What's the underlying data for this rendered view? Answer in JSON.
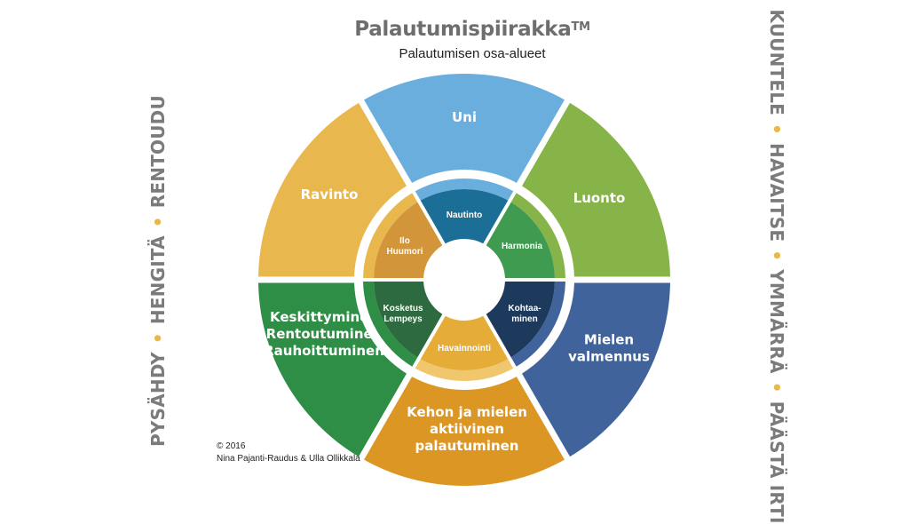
{
  "title": "Palautumispiirakka",
  "title_mark": "TM",
  "subtitle": "Palautumisen osa-alueet",
  "left_vertical": [
    "PYSÄHDY",
    "HENGITÄ",
    "RENTOUDU"
  ],
  "right_vertical": [
    "KUUNTELE",
    "HAVAITSE",
    "YMMÄRRÄ",
    "PÄÄSTÄ IRTI"
  ],
  "outer_segments": [
    {
      "id": "uni",
      "lines": [
        "Uni"
      ],
      "color": "#6aaede"
    },
    {
      "id": "luonto",
      "lines": [
        "Luonto"
      ],
      "color": "#86b448"
    },
    {
      "id": "mielen-valmennus",
      "lines": [
        "Mielen",
        "valmennus"
      ],
      "color": "#40639c"
    },
    {
      "id": "kehon-ja-mielen",
      "lines": [
        "Kehon ja mielen",
        "aktiivinen",
        "palautuminen"
      ],
      "color": "#dc9624"
    },
    {
      "id": "keskittyminen",
      "lines": [
        "Keskittyminen",
        "Rentoutuminen",
        "Rauhoittuminen"
      ],
      "color": "#2f8e45"
    },
    {
      "id": "ravinto",
      "lines": [
        "Ravinto"
      ],
      "color": "#e8b84e"
    }
  ],
  "inner_segments": [
    {
      "id": "nautinto",
      "lines": [
        "Nautinto"
      ],
      "color": "#1b6e95",
      "band": "#6aaede"
    },
    {
      "id": "harmonia",
      "lines": [
        "Harmonia"
      ],
      "color": "#3e9b4f",
      "band": "#86b448"
    },
    {
      "id": "kohtaaminen",
      "lines": [
        "Kohtaa-",
        "minen"
      ],
      "color": "#1d3a5c",
      "band": "#40639c"
    },
    {
      "id": "havainnointi",
      "lines": [
        "Havainnointi"
      ],
      "color": "#e5ac38",
      "band": "#f0c76d"
    },
    {
      "id": "kosketus",
      "lines": [
        "Kosketus",
        "Lempeys"
      ],
      "color": "#2e6a3f",
      "band": "#2f8e45"
    },
    {
      "id": "ilo",
      "lines": [
        "Ilo",
        "Huumori"
      ],
      "color": "#d3953a",
      "band": "#e8b84e"
    }
  ],
  "credit": [
    "© 2016",
    "Nina Pajanti-Raudus & Ulla Ollikkala"
  ]
}
